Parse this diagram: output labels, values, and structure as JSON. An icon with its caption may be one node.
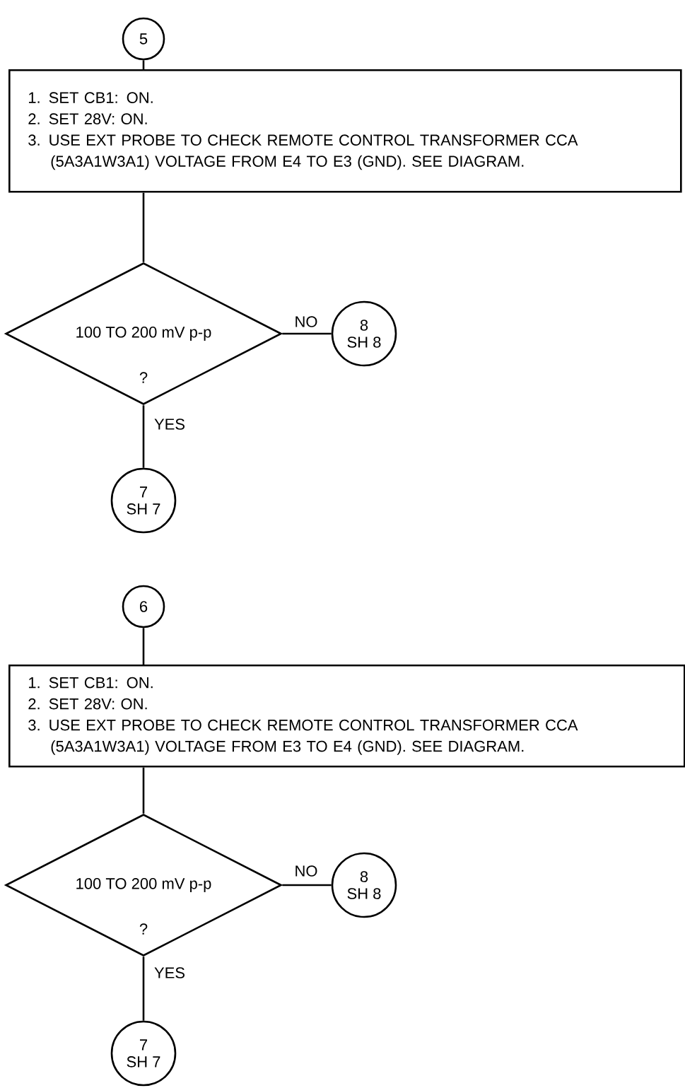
{
  "diagram": {
    "nodes": [
      {
        "text": [
          "5"
        ]
      },
      {
        "text": [
          "1. SET CB1:  ON.",
          "2. SET 28V:  ON.",
          "3. USE EXT PROBE TO CHECK REMOTE CONTROL TRANSFORMER CCA (5A3A1W3A1) VOLTAGE FROM E4 TO E3 (GND). SEE DIAGRAM."
        ]
      },
      {
        "text": [
          "100 TO 200 mV p-p",
          "?"
        ]
      },
      {
        "text": [
          "8",
          "SH 8"
        ]
      },
      {
        "text": [
          "7",
          "SH 7"
        ]
      },
      {
        "text": [
          "6"
        ]
      },
      {
        "text": [
          "1. SET CB1:  ON.",
          "2. SET 28V:  ON.",
          "3. USE EXT PROBE TO CHECK REMOTE CONTROL TRANSFORMER CCA (5A3A1W3A1) VOLTAGE FROM E3 TO E4 (GND). SEE DIAGRAM."
        ]
      },
      {
        "text": [
          "100 TO 200 mV p-p",
          "?"
        ]
      },
      {
        "text": [
          "8",
          "SH 8"
        ]
      },
      {
        "text": [
          "7",
          "SH 7"
        ]
      }
    ],
    "edges": [
      {
        "from": 0,
        "to": 1,
        "arrow": "none"
      },
      {
        "from": 1,
        "to": 2,
        "arrow": "none"
      },
      {
        "from": 2,
        "to": 3,
        "arrow": "none",
        "label": "NO"
      },
      {
        "from": 2,
        "to": 4,
        "arrow": "none",
        "label": "YES"
      },
      {
        "from": 5,
        "to": 6,
        "arrow": "none"
      },
      {
        "from": 6,
        "to": 7,
        "arrow": "none"
      },
      {
        "from": 7,
        "to": 8,
        "arrow": "none",
        "label": "NO"
      },
      {
        "from": 7,
        "to": 9,
        "arrow": "none",
        "label": "YES"
      }
    ]
  }
}
